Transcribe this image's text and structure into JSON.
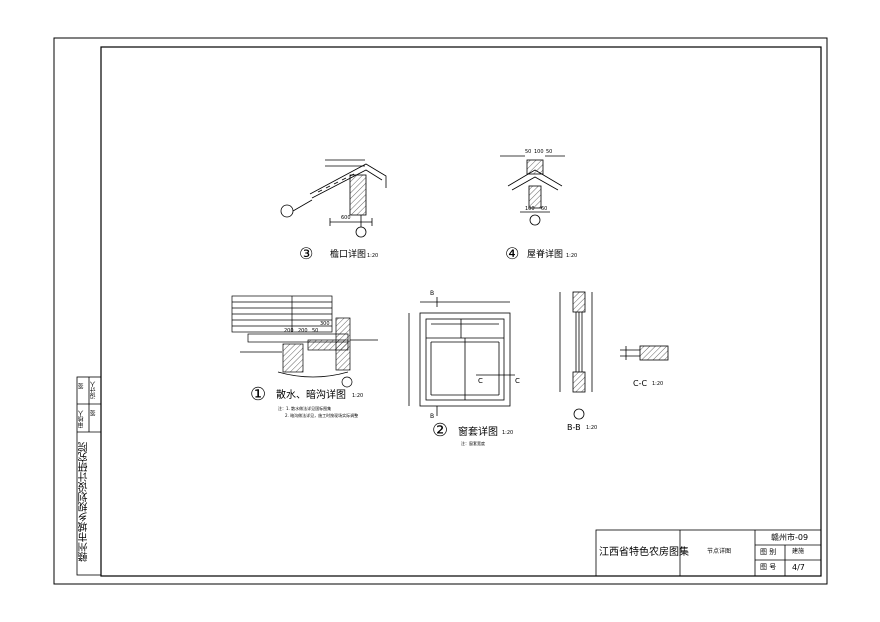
{
  "side_strip": {
    "institute": "赣州市城乡规划设计研究院",
    "role1": "审核人",
    "role2": "设计人",
    "sign1": "签",
    "sign2": "签"
  },
  "details": {
    "d1": {
      "num": "①",
      "title": "散水、暗沟详图",
      "scale": "1:20",
      "note1": "注：1. 散水做法详见国标图集",
      "note2": "2. 暗沟做法详见，施工时按现场实际调整"
    },
    "d2": {
      "num": "②",
      "title": "窗套详图",
      "scale": "1:20",
      "note": "注：窗套宽度"
    },
    "d3": {
      "num": "③",
      "title": "檐口详图",
      "scale": "1:20"
    },
    "d4": {
      "num": "④",
      "title": "屋脊详图",
      "scale": "1:20"
    },
    "bb": {
      "title": "B-B",
      "scale": "1:20"
    },
    "cc": {
      "title": "C-C",
      "scale": "1:20"
    }
  },
  "dims": {
    "d3_w": "600",
    "d4_a": "50",
    "d4_b": "100",
    "d4_c": "50",
    "d4_d": "100",
    "d4_e": "60",
    "d1_a": "200",
    "d1_b": "200",
    "d1_c": "50",
    "d1_d": "300",
    "d2_top": "B",
    "d2_left": "B",
    "d2_c": "C"
  },
  "title_block": {
    "atlas": "江西省特色农房图集",
    "drawing_name": "节点详图",
    "region": "赣州市-09",
    "category_label": "图 别",
    "category_value": "建施",
    "number_label": "图 号",
    "number_value": "4/7"
  }
}
